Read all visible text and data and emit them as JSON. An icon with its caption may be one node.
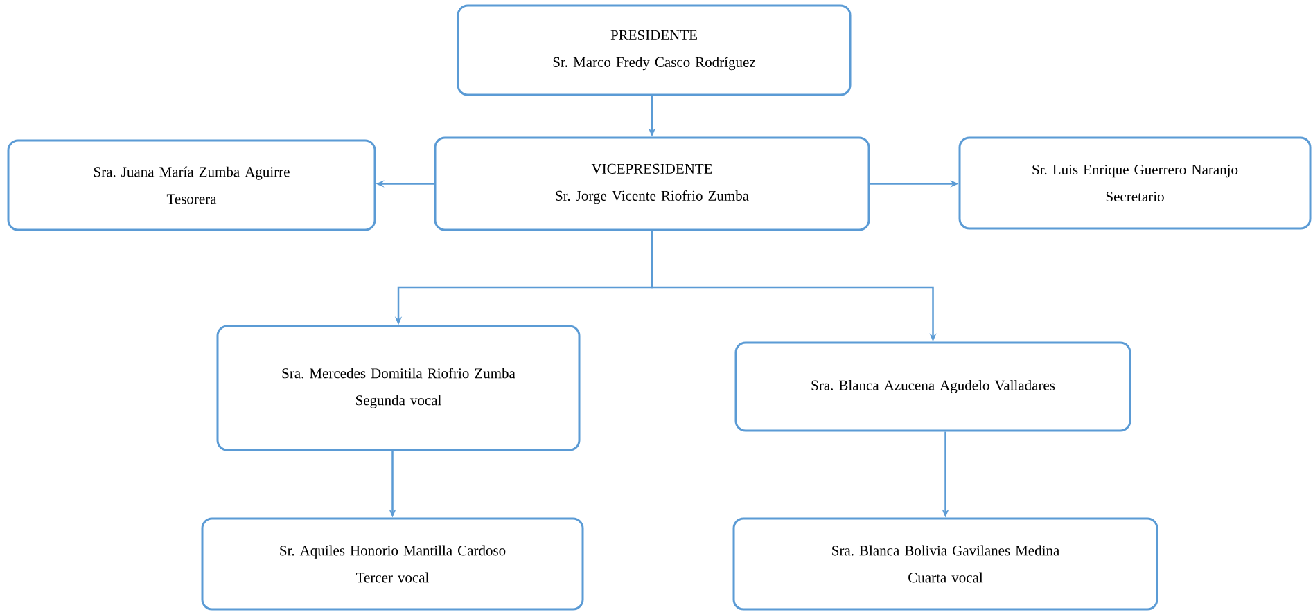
{
  "diagram": {
    "nodes": [
      {
        "text": [
          "PRESIDENTE",
          "Sr. Marco Fredy Casco Rodríguez"
        ]
      },
      {
        "text": [
          "VICEPRESIDENTE",
          "Sr. Jorge Vicente Riofrio Zumba"
        ]
      },
      {
        "text": [
          "Sra. Juana María Zumba Aguirre",
          "Tesorera"
        ]
      },
      {
        "text": [
          "Sr. Luis Enrique Guerrero Naranjo",
          "Secretario"
        ]
      },
      {
        "text": [
          "Sra. Mercedes Domitila Riofrio Zumba",
          "Segunda vocal"
        ]
      },
      {
        "text": [
          "Sra. Blanca Azucena Agudelo Valladares"
        ]
      },
      {
        "text": [
          "Sr. Aquiles Honorio Mantilla Cardoso",
          "Tercer vocal"
        ]
      },
      {
        "text": [
          "Sra. Blanca Bolivia Gavilanes Medina",
          "Cuarta vocal"
        ]
      }
    ],
    "edges": [
      {
        "from": 0,
        "to": 1,
        "arrow": "to"
      },
      {
        "from": 1,
        "to": 2,
        "arrow": "to"
      },
      {
        "from": 1,
        "to": 3,
        "arrow": "to"
      },
      {
        "from": 1,
        "to": 4,
        "arrow": "to"
      },
      {
        "from": 1,
        "to": 5,
        "arrow": "to"
      },
      {
        "from": 4,
        "to": 6,
        "arrow": "to"
      },
      {
        "from": 5,
        "to": 7,
        "arrow": "to"
      }
    ]
  }
}
